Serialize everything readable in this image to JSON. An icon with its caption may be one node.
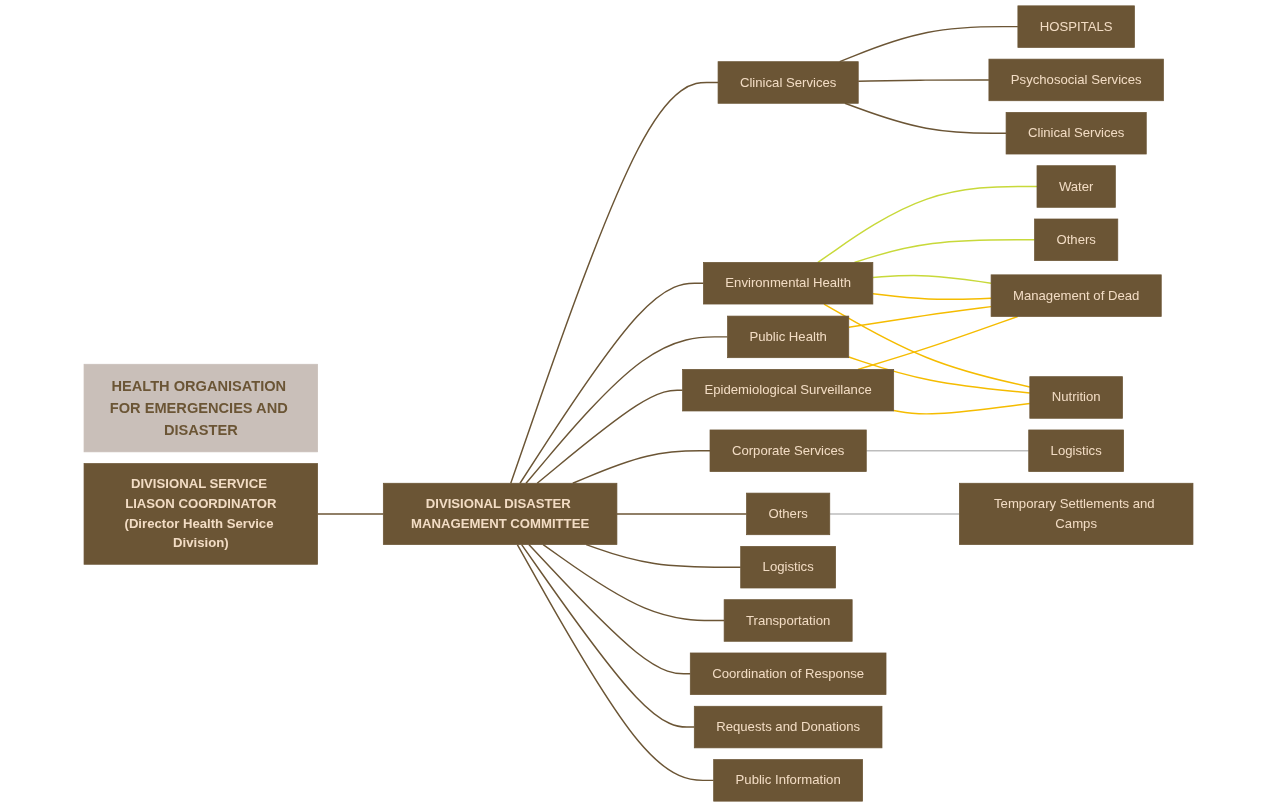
{
  "diagram": {
    "nodes": [
      {
        "text": [
          "HEALTH ORGANISATION FOR EMERGENCIES AND DISASTER"
        ]
      },
      {
        "text": [
          "DIVISIONAL SERVICE LIASON COORDINATOR",
          "(Director Health Service Division)"
        ]
      },
      {
        "text": [
          "DIVISIONAL DISASTER MANAGEMENT COMMITTEE"
        ]
      },
      {
        "text": [
          "Clinical Services"
        ]
      },
      {
        "text": [
          "Environmental Health"
        ]
      },
      {
        "text": [
          "Public Health"
        ]
      },
      {
        "text": [
          "Epidemiological Surveillance"
        ]
      },
      {
        "text": [
          "Corporate Services"
        ]
      },
      {
        "text": [
          "Others"
        ]
      },
      {
        "text": [
          "HOSPITALS"
        ]
      },
      {
        "text": [
          "Psychosocial Services"
        ]
      },
      {
        "text": [
          "Clinical Services"
        ]
      },
      {
        "text": [
          "Water"
        ]
      },
      {
        "text": [
          "Others"
        ]
      },
      {
        "text": [
          "Management of Dead"
        ]
      },
      {
        "text": [
          "Nutrition"
        ]
      },
      {
        "text": [
          "Logistics"
        ]
      },
      {
        "text": [
          "Temporary Settlements and Camps"
        ]
      },
      {
        "text": [
          "Logistics"
        ]
      },
      {
        "text": [
          "Transportation"
        ]
      },
      {
        "text": [
          "Coordination of Response"
        ]
      },
      {
        "text": [
          "Requests and Donations"
        ]
      },
      {
        "text": [
          "Public Information"
        ]
      }
    ],
    "edges": [
      {
        "from": 1,
        "to": 2,
        "arrow": "none"
      },
      {
        "from": 2,
        "to": 3,
        "arrow": "none"
      },
      {
        "from": 2,
        "to": 4,
        "arrow": "none"
      },
      {
        "from": 2,
        "to": 5,
        "arrow": "none"
      },
      {
        "from": 2,
        "to": 6,
        "arrow": "none"
      },
      {
        "from": 2,
        "to": 7,
        "arrow": "none"
      },
      {
        "from": 2,
        "to": 8,
        "arrow": "none"
      },
      {
        "from": 2,
        "to": 18,
        "arrow": "none"
      },
      {
        "from": 2,
        "to": 19,
        "arrow": "none"
      },
      {
        "from": 2,
        "to": 20,
        "arrow": "none"
      },
      {
        "from": 2,
        "to": 21,
        "arrow": "none"
      },
      {
        "from": 2,
        "to": 22,
        "arrow": "none"
      },
      {
        "from": 3,
        "to": 9,
        "arrow": "none"
      },
      {
        "from": 3,
        "to": 10,
        "arrow": "none"
      },
      {
        "from": 3,
        "to": 11,
        "arrow": "none"
      },
      {
        "from": 4,
        "to": 12,
        "arrow": "none",
        "color": "#c8d93a"
      },
      {
        "from": 4,
        "to": 13,
        "arrow": "none",
        "color": "#c8d93a"
      },
      {
        "from": 4,
        "to": 14,
        "arrow": "none",
        "color": "#c8d93a"
      },
      {
        "from": 4,
        "to": 14,
        "arrow": "none",
        "color": "#f5bc00"
      },
      {
        "from": 4,
        "to": 15,
        "arrow": "none",
        "color": "#f5bc00"
      },
      {
        "from": 5,
        "to": 14,
        "arrow": "none",
        "color": "#f5bc00"
      },
      {
        "from": 5,
        "to": 15,
        "arrow": "none",
        "color": "#f5bc00"
      },
      {
        "from": 6,
        "to": 14,
        "arrow": "none",
        "color": "#f5bc00"
      },
      {
        "from": 6,
        "to": 15,
        "arrow": "none",
        "color": "#f5bc00"
      },
      {
        "from": 7,
        "to": 16,
        "arrow": "none",
        "color": "#bdbdbd"
      },
      {
        "from": 8,
        "to": 17,
        "arrow": "none",
        "color": "#bdbdbd"
      }
    ]
  }
}
